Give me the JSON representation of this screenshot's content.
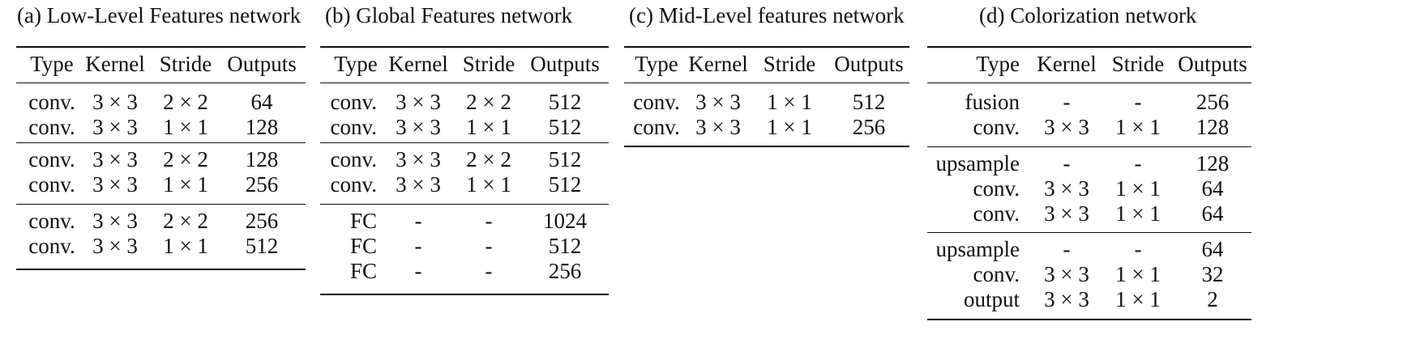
{
  "panels": [
    {
      "caption": "(a) Low-Level Features network",
      "headers": [
        "Type",
        "Kernel",
        "Stride",
        "Outputs"
      ],
      "groups": [
        [
          [
            "conv.",
            "3 × 3",
            "2 × 2",
            "64"
          ],
          [
            "conv.",
            "3 × 3",
            "1 × 1",
            "128"
          ]
        ],
        [
          [
            "conv.",
            "3 × 3",
            "2 × 2",
            "128"
          ],
          [
            "conv.",
            "3 × 3",
            "1 × 1",
            "256"
          ]
        ],
        [
          [
            "conv.",
            "3 × 3",
            "2 × 2",
            "256"
          ],
          [
            "conv.",
            "3 × 3",
            "1 × 1",
            "512"
          ]
        ]
      ]
    },
    {
      "caption": "(b) Global Features network",
      "headers": [
        "Type",
        "Kernel",
        "Stride",
        "Outputs"
      ],
      "groups": [
        [
          [
            "conv.",
            "3 × 3",
            "2 × 2",
            "512"
          ],
          [
            "conv.",
            "3 × 3",
            "1 × 1",
            "512"
          ]
        ],
        [
          [
            "conv.",
            "3 × 3",
            "2 × 2",
            "512"
          ],
          [
            "conv.",
            "3 × 3",
            "1 × 1",
            "512"
          ]
        ],
        [
          [
            "FC",
            "-",
            "-",
            "1024"
          ],
          [
            "FC",
            "-",
            "-",
            "512"
          ],
          [
            "FC",
            "-",
            "-",
            "256"
          ]
        ]
      ]
    },
    {
      "caption": "(c) Mid-Level features network",
      "headers": [
        "Type",
        "Kernel",
        "Stride",
        "Outputs"
      ],
      "groups": [
        [
          [
            "conv.",
            "3 × 3",
            "1 × 1",
            "512"
          ],
          [
            "conv.",
            "3 × 3",
            "1 × 1",
            "256"
          ]
        ]
      ]
    },
    {
      "caption": "(d) Colorization network",
      "headers": [
        "Type",
        "Kernel",
        "Stride",
        "Outputs"
      ],
      "groups": [
        [
          [
            "fusion",
            "-",
            "-",
            "256"
          ],
          [
            "conv.",
            "3 × 3",
            "1 × 1",
            "128"
          ]
        ],
        [
          [
            "upsample",
            "-",
            "-",
            "128"
          ],
          [
            "conv.",
            "3 × 3",
            "1 × 1",
            "64"
          ],
          [
            "conv.",
            "3 × 3",
            "1 × 1",
            "64"
          ]
        ],
        [
          [
            "upsample",
            "-",
            "-",
            "64"
          ],
          [
            "conv.",
            "3 × 3",
            "1 × 1",
            "32"
          ],
          [
            "output",
            "3 × 3",
            "1 × 1",
            "2"
          ]
        ]
      ]
    }
  ]
}
